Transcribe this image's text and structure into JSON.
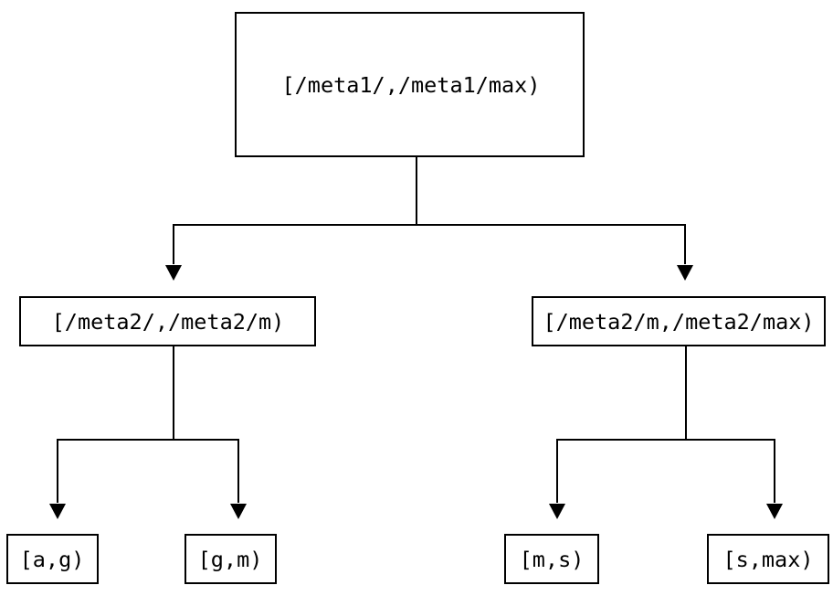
{
  "diagram_type": "binary-interval-tree",
  "colors": {
    "background": "#ffffff",
    "line": "#000000",
    "text": "#000000",
    "box_fill": "#ffffff"
  },
  "nodes": {
    "root": {
      "label": "[/meta1/,/meta1/max)",
      "level": 0
    },
    "left_child": {
      "label": "[/meta2/,/meta2/m)",
      "level": 1
    },
    "right_child": {
      "label": "[/meta2/m,/meta2/max)",
      "level": 1
    },
    "leaf_ag": {
      "label": "[a,g)",
      "level": 2
    },
    "leaf_gm": {
      "label": "[g,m)",
      "level": 2
    },
    "leaf_ms": {
      "label": "[m,s)",
      "level": 2
    },
    "leaf_smax": {
      "label": "[s,max)",
      "level": 2
    }
  },
  "edges": [
    {
      "from": "root",
      "to": "left_child",
      "arrow": "down"
    },
    {
      "from": "root",
      "to": "right_child",
      "arrow": "down"
    },
    {
      "from": "left_child",
      "to": "leaf_ag",
      "arrow": "down"
    },
    {
      "from": "left_child",
      "to": "leaf_gm",
      "arrow": "down"
    },
    {
      "from": "right_child",
      "to": "leaf_ms",
      "arrow": "down"
    },
    {
      "from": "right_child",
      "to": "leaf_smax",
      "arrow": "down"
    }
  ]
}
